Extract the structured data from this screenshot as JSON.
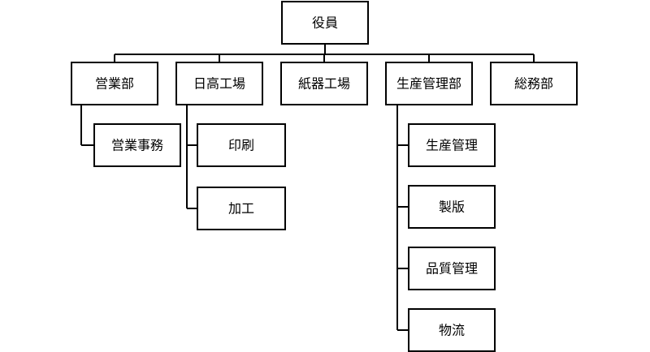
{
  "org_chart": {
    "root": "役員",
    "departments": [
      {
        "name": "営業部",
        "children": [
          "営業事務"
        ]
      },
      {
        "name": "日高工場",
        "children": [
          "印刷",
          "加工"
        ]
      },
      {
        "name": "紙器工場",
        "children": []
      },
      {
        "name": "生産管理部",
        "children": [
          "生産管理",
          "製版",
          "品質管理",
          "物流"
        ]
      },
      {
        "name": "総務部",
        "children": []
      }
    ]
  }
}
